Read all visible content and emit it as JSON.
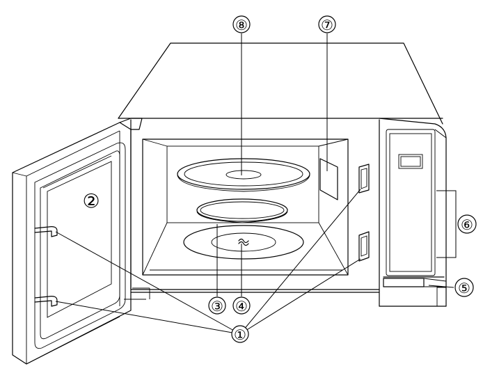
{
  "callouts": [
    {
      "id": "1",
      "label": "①"
    },
    {
      "id": "2",
      "label": "②"
    },
    {
      "id": "3",
      "label": "③"
    },
    {
      "id": "4",
      "label": "④"
    },
    {
      "id": "5",
      "label": "⑤"
    },
    {
      "id": "6",
      "label": "⑥"
    },
    {
      "id": "7",
      "label": "⑦"
    },
    {
      "id": "8",
      "label": "⑧"
    }
  ],
  "colors": {
    "line": "#000000",
    "background": "#ffffff"
  }
}
